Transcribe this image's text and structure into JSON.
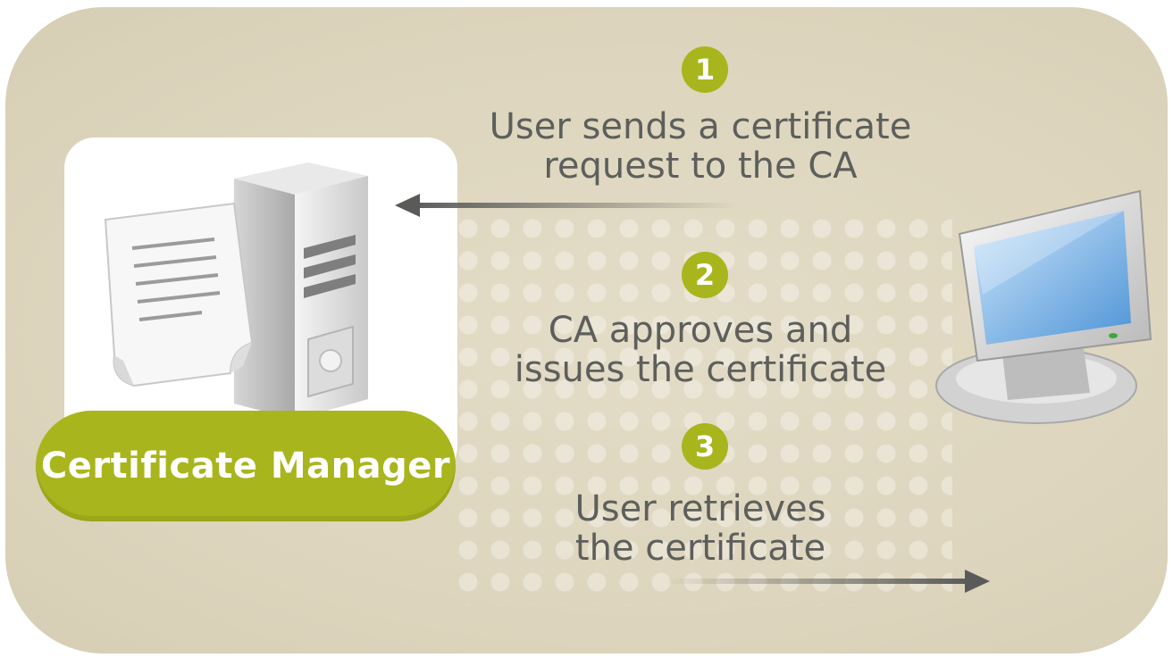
{
  "box_label": "Certificate Manager",
  "steps": [
    {
      "number": "1",
      "text": "User sends a certificate\nrequest to the CA"
    },
    {
      "number": "2",
      "text": "CA approves and\nissues the certificate"
    },
    {
      "number": "3",
      "text": "User retrieves\nthe certificate"
    }
  ],
  "colors": {
    "accent": "#a9b51c",
    "background": "#ddd5bd",
    "text": "#5d5f5c",
    "arrow": "#5a5b59"
  },
  "icons": [
    "document-icon",
    "server-icon",
    "monitor-icon"
  ]
}
